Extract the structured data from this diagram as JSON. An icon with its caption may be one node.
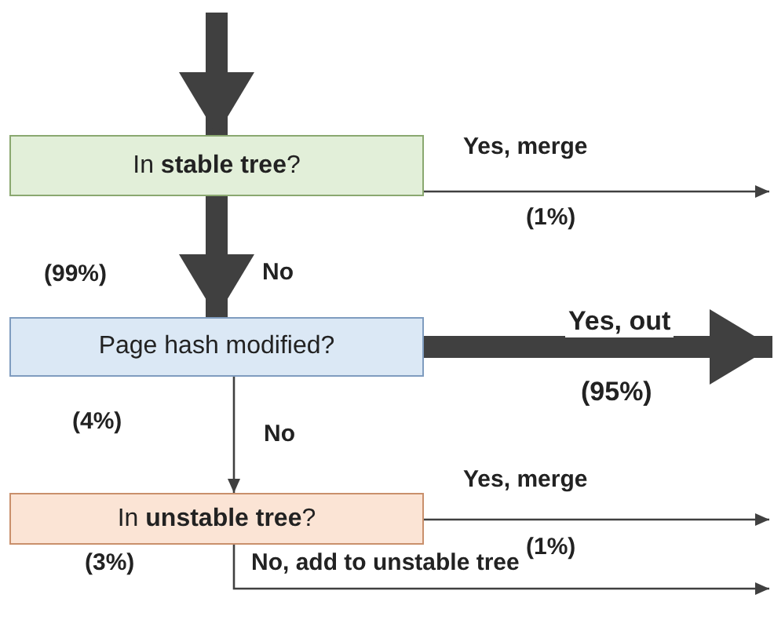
{
  "diagram": {
    "nodes": [
      {
        "text": [
          "In **stable tree**?"
        ]
      },
      {
        "text": [
          "Page hash modified?"
        ]
      },
      {
        "text": [
          "In **unstable tree**?"
        ]
      }
    ],
    "edges": [
      {
        "from": null,
        "to": 0,
        "arrow": "to",
        "style": "thick"
      },
      {
        "from": 0,
        "to": null,
        "arrow": "to",
        "label": "Yes, merge"
      },
      {
        "from": 0,
        "to": 1,
        "arrow": "to",
        "style": "thick",
        "label": "No"
      },
      {
        "from": 1,
        "to": null,
        "arrow": "to",
        "style": "thick",
        "label": "Yes, out"
      },
      {
        "from": 1,
        "to": 2,
        "arrow": "to",
        "label": "No"
      },
      {
        "from": 2,
        "to": null,
        "arrow": "to",
        "label": "Yes, merge"
      },
      {
        "from": 2,
        "to": null,
        "arrow": "to",
        "label": "No, add to unstable tree"
      }
    ],
    "labels": [
      "(1%)",
      "(99%)",
      "(95%)",
      "(4%)",
      "(1%)",
      "(3%)"
    ]
  }
}
